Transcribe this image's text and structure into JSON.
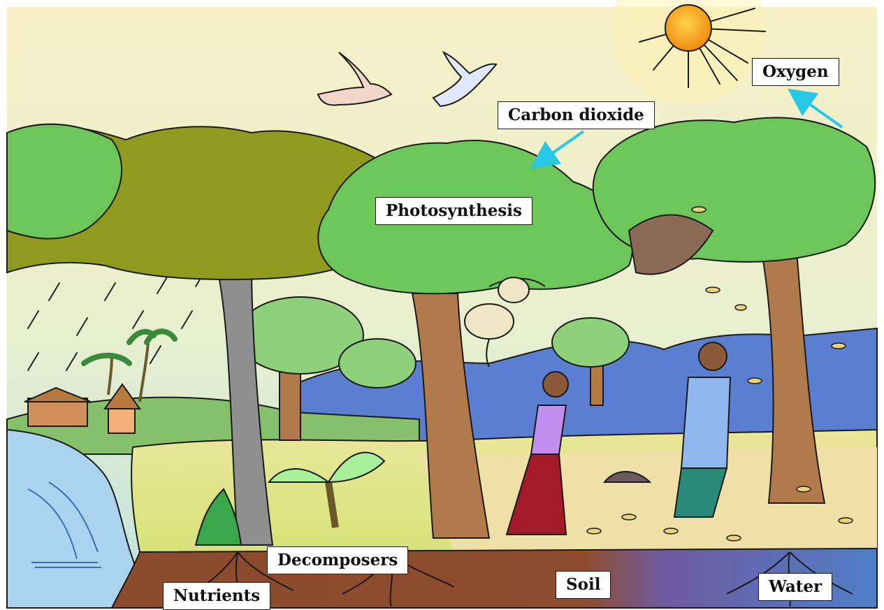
{
  "labels": {
    "oxygen": "Oxygen",
    "carbon_dioxide": "Carbon dioxide",
    "photosynthesis": "Photosynthesis",
    "decomposers": "Decomposers",
    "nutrients": "Nutrients",
    "soil": "Soil",
    "water": "Water"
  },
  "colors": {
    "arrow": "#27c8e6",
    "sky_top": "#f7f0c8",
    "sky_bottom": "#cfe6e2",
    "leaf_dark": "#8f9a1f",
    "leaf_green": "#6dc65a",
    "trunk": "#b07a4a",
    "soil": "#8a4a2e",
    "water": "#5a84c4",
    "sun": "#f59a1a",
    "river": "#a9d3ef"
  }
}
